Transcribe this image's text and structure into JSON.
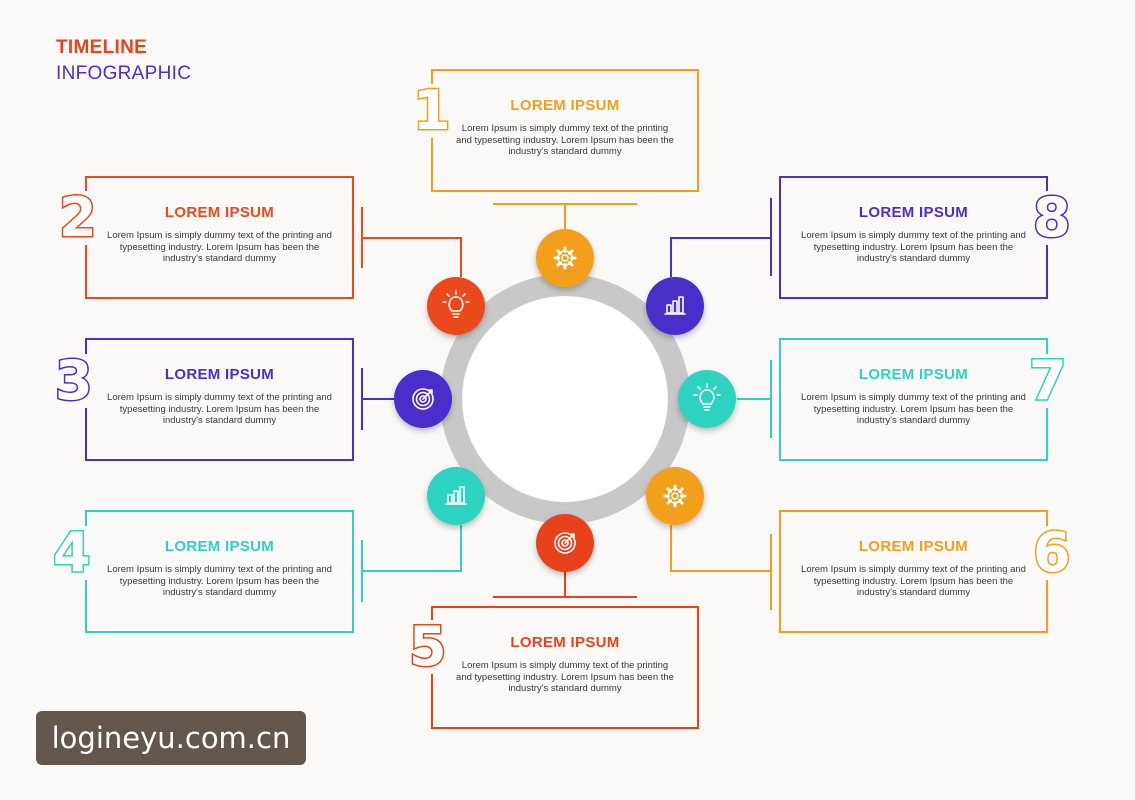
{
  "header": {
    "line1": "TIMELINE",
    "line2": "INFOGRAPHIC",
    "line1_color": "#e8431b",
    "line2_color": "#4a2fc9"
  },
  "ring_color": "#c8c8c8",
  "steps": [
    {
      "number": "1",
      "title": "LOREM IPSUM",
      "body": "Lorem Ipsum is simply dummy text of the printing and typesetting industry. Lorem Ipsum has been the industry's standard dummy",
      "color": "#f2a01c",
      "icon": "gear-icon"
    },
    {
      "number": "2",
      "title": "LOREM IPSUM",
      "body": "Lorem Ipsum is simply dummy text of the printing and typesetting industry. Lorem Ipsum has been the industry's standard dummy",
      "color": "#ea4a1d",
      "icon": "lightbulb-icon"
    },
    {
      "number": "3",
      "title": "LOREM IPSUM",
      "body": "Lorem Ipsum is simply dummy text of the printing and typesetting industry. Lorem Ipsum has been the industry's standard dummy",
      "color": "#4a2fc9",
      "icon": "target-icon"
    },
    {
      "number": "4",
      "title": "LOREM IPSUM",
      "body": "Lorem Ipsum is simply dummy text of the printing and typesetting industry. Lorem Ipsum has been the industry's standard dummy",
      "color": "#2ed3c0",
      "icon": "bar-chart-icon"
    },
    {
      "number": "5",
      "title": "LOREM IPSUM",
      "body": "Lorem Ipsum is simply dummy text of the printing and typesetting industry. Lorem Ipsum has been the industry's standard dummy",
      "color": "#e8431b",
      "icon": "target-icon"
    },
    {
      "number": "6",
      "title": "LOREM IPSUM",
      "body": "Lorem Ipsum is simply dummy text of the printing and typesetting industry. Lorem Ipsum has been the industry's standard dummy",
      "color": "#f2a01c",
      "icon": "gear-icon"
    },
    {
      "number": "7",
      "title": "LOREM IPSUM",
      "body": "Lorem Ipsum is simply dummy text of the printing and typesetting industry. Lorem Ipsum has been the industry's standard dummy",
      "color": "#2ed3c0",
      "icon": "lightbulb-icon"
    },
    {
      "number": "8",
      "title": "LOREM IPSUM",
      "body": "Lorem Ipsum is simply dummy text of the printing and typesetting industry. Lorem Ipsum has been the industry's standard dummy",
      "color": "#4a2fc9",
      "icon": "bar-chart-icon"
    }
  ],
  "watermark": "logineyu.com.cn"
}
